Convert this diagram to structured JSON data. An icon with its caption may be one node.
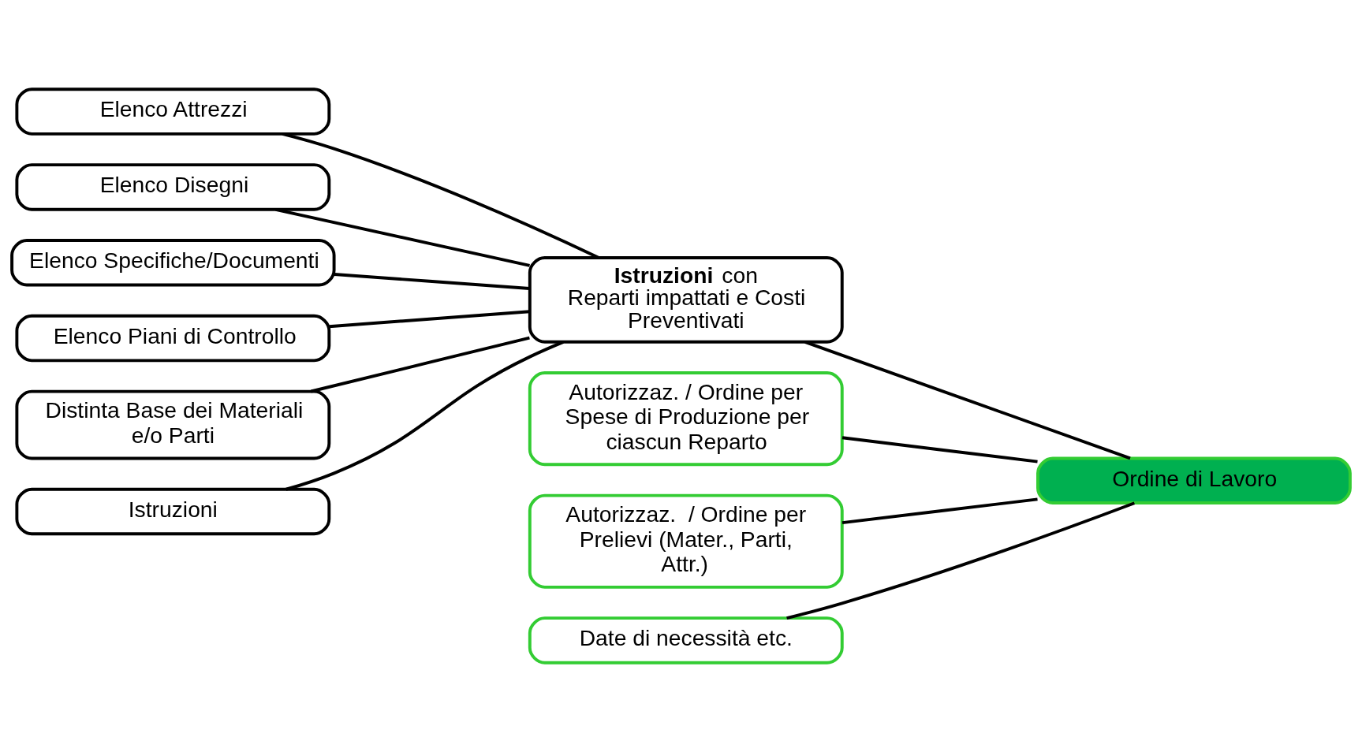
{
  "diagram": {
    "nodes": [
      {
        "text": [
          "Elenco Attrezzi"
        ]
      },
      {
        "text": [
          "Elenco Disegni"
        ]
      },
      {
        "text": [
          "Elenco Specifiche/Documenti"
        ]
      },
      {
        "text": [
          "Elenco Piani di Controllo"
        ]
      },
      {
        "text": [
          "Distinta Base dei Materiali e/o Parti"
        ]
      },
      {
        "text": [
          "Istruzioni"
        ]
      },
      {
        "text": [
          "**Istruzioni** con",
          "Reparti impattati e Costi Preventivati"
        ]
      },
      {
        "text": [
          "Autorizzaz. / Ordine per Spese di Produzione per ciascun Reparto"
        ]
      },
      {
        "text": [
          "Autorizzaz.  / Ordine per Prelievi (Mater., Parti, Attr.)"
        ]
      },
      {
        "text": [
          "Date di necessità etc."
        ]
      },
      {
        "text": [
          "Ordine di Lavoro"
        ]
      }
    ],
    "edges": [
      {
        "from": 0,
        "to": 6,
        "arrow": "none"
      },
      {
        "from": 1,
        "to": 6,
        "arrow": "none"
      },
      {
        "from": 2,
        "to": 6,
        "arrow": "none"
      },
      {
        "from": 3,
        "to": 6,
        "arrow": "none"
      },
      {
        "from": 4,
        "to": 6,
        "arrow": "none"
      },
      {
        "from": 5,
        "to": 6,
        "arrow": "none"
      },
      {
        "from": 6,
        "to": 10,
        "arrow": "none"
      },
      {
        "from": 7,
        "to": 10,
        "arrow": "none"
      },
      {
        "from": 8,
        "to": 10,
        "arrow": "none"
      },
      {
        "from": 9,
        "to": 10,
        "arrow": "none"
      }
    ]
  }
}
